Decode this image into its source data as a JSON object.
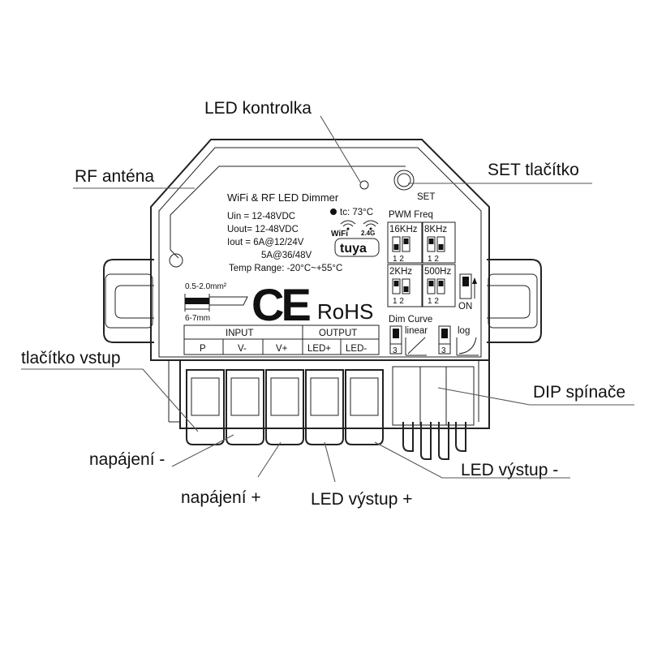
{
  "callouts": {
    "led_indicator": "LED kontrolka",
    "rf_antenna": "RF anténa",
    "set_button": "SET tlačítko",
    "input_button": "tlačítko vstup",
    "dip_switches": "DIP spínače",
    "power_minus": "napájení -",
    "power_plus": "napájení +",
    "led_out_plus": "LED výstup +",
    "led_out_minus": "LED výstup -"
  },
  "device": {
    "title": "WiFi & RF LED Dimmer",
    "tc": "tc: 73°C",
    "uin": "Uin  = 12-48VDC",
    "uout": "Uout= 12-48VDC",
    "iout1": "Iout = 6A@12/24V",
    "iout2": "5A@36/48V",
    "temp": "Temp Range: -20°C~+55°C",
    "set_label": "SET",
    "wifi_label": "WiFi",
    "band": "2.4G",
    "brand": "tuya",
    "wire_section": "0.5-2.0mm²",
    "strip_length": "6-7mm",
    "ce": "CE",
    "rohs": "RoHS",
    "pwm_title": "PWM Freq",
    "pwm": [
      {
        "freq": "16KHz",
        "pins": "1 2"
      },
      {
        "freq": "8KHz",
        "pins": "1 2"
      },
      {
        "freq": "2KHz",
        "pins": "1 2"
      },
      {
        "freq": "500Hz",
        "pins": "1 2"
      }
    ],
    "on_label": "ON",
    "dim_title": "Dim Curve",
    "dim_linear": "linear",
    "dim_log": "log",
    "dim_pin": "3",
    "input_header": "INPUT",
    "output_header": "OUTPUT",
    "terminals": [
      "P",
      "V-",
      "V+",
      "LED+",
      "LED-"
    ]
  }
}
